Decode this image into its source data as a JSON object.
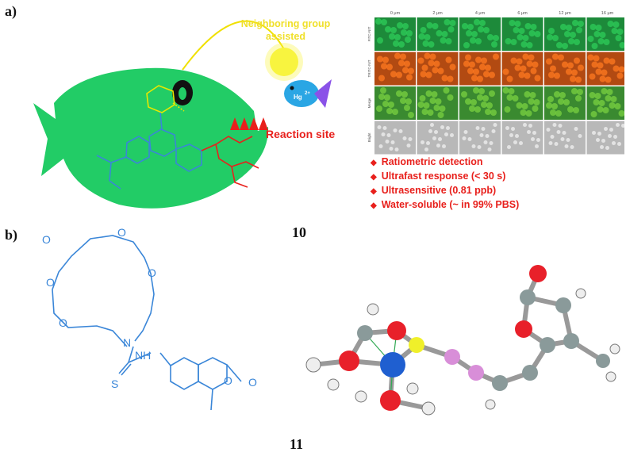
{
  "panel_a": {
    "label": "a)",
    "compound": "10",
    "sun_caption": [
      "Neighboring group",
      "assisted"
    ],
    "reaction_site": "Reaction site",
    "hg_label": "Hg",
    "hg_charge": "2+",
    "grid": {
      "columns": [
        "0 μm",
        "2 μm",
        "4 μm",
        "6 μm",
        "12 μm",
        "16 μm"
      ],
      "rows": [
        "FITC-NIT",
        "TRITC-NIT",
        "Merge",
        "Bright"
      ]
    },
    "features": [
      "Ratiometric detection",
      "Ultrafast response (< 30 s)",
      "Ultrasensitive (0.81 ppb)",
      "Water-soluble (~ in 99% PBS)"
    ]
  },
  "panel_b": {
    "label": "b)",
    "compound": "11",
    "atoms": {
      "N": "N",
      "NH": "NH",
      "S": "S",
      "O": "O"
    }
  },
  "colors": {
    "fish": "#22cc66",
    "reaction": "#e8201c",
    "structure_blue": "#3a86d8",
    "sun": "#f4ee2a"
  }
}
